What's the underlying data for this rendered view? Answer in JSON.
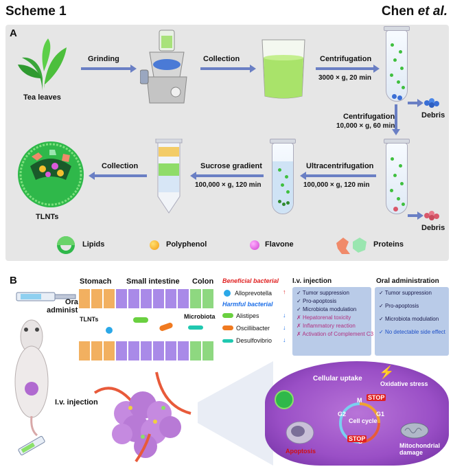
{
  "header": {
    "scheme": "Scheme 1",
    "author": "Chen",
    "author_suffix": "et al."
  },
  "panel_a": {
    "letter": "A",
    "step1": "Grinding",
    "step2": "Collection",
    "step3": "Centrifugation",
    "step3_sub": "3000 × g, 20 min",
    "tea_label": "Tea leaves",
    "debris1": "Debris",
    "step4": "Centrifugation",
    "step4_sub": "10,000 × g, 60 min",
    "step5": "Ultracentrifugation",
    "step5_sub": "100,000 × g, 120 min",
    "debris2": "Debris",
    "step6": "Sucrose gradient",
    "step6_sub": "100,000 × g, 120 min",
    "step7": "Collection",
    "tlnts_label": "TLNTs",
    "legend": [
      "Lipids",
      "Polyphenol",
      "Flavone",
      "Proteins"
    ]
  },
  "panel_b": {
    "letter": "B",
    "regions": [
      "Stomach",
      "Small intestine",
      "Colon"
    ],
    "tlnts": "TLNTs",
    "microbiota": "Microbiota",
    "oral_admin_1": "Oral",
    "oral_admin_2": "administration",
    "iv_injection": "I.v. injection",
    "beneficial": "Beneficial bacterial",
    "harmful": "Harmful bacterial",
    "bacteria": [
      "Alloprevotella",
      "Alistipes",
      "Oscillibacter",
      "Desulfovibrio"
    ],
    "iv_box": {
      "title": "I.v. injection",
      "items_pos": [
        "Tumor suppression",
        "Pro-apoptosis",
        "Microbiota modulation"
      ],
      "items_neg": [
        "Hepatorenal toxicity",
        "Inflammatory reaction",
        "Activation of Complement C3"
      ]
    },
    "oral_box": {
      "title": "Oral administration",
      "items_pos": [
        "Tumor suppression",
        "Pro-apoptosis",
        "Microbiota modulation"
      ],
      "item_blue": "No detectable side effect"
    },
    "cell_labels": {
      "uptake": "Cellular uptake",
      "oxidative": "Oxidative stress",
      "cycle": "Cell cycle",
      "mito": "Mitochondrial damage",
      "apoptosis": "Apoptosis",
      "stop": "STOP",
      "g1": "G1",
      "g2": "G2",
      "m": "M",
      "s": "S"
    }
  },
  "colors": {
    "arrow": "#6a7fc4",
    "panel_a_bg": "#e6e6e6",
    "box_bg": "#b9cbe8",
    "cell": "#9a4fc6",
    "green": "#3fbf3f"
  }
}
